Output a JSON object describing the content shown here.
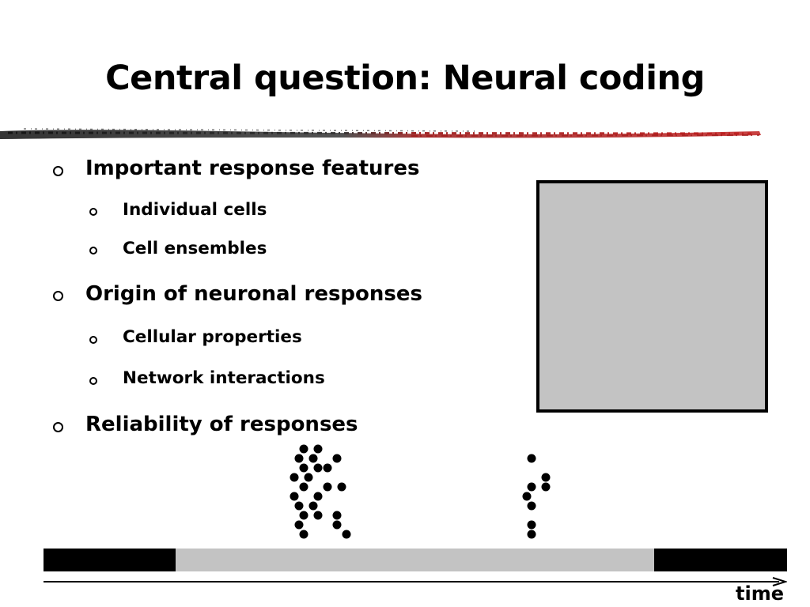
{
  "slide": {
    "title": "Central question: Neural coding",
    "bullets": [
      {
        "text": "Important response features",
        "sub": [
          "Individual cells",
          "Cell ensembles"
        ]
      },
      {
        "text": "Origin of neuronal responses",
        "sub": [
          "Cellular properties",
          "Network interactions"
        ]
      },
      {
        "text": "Reliability of responses",
        "sub": []
      }
    ],
    "axis_label": "time"
  },
  "colors": {
    "stimulus_fill": "#c3c3c3",
    "brush_dark": "#1a1a1a",
    "brush_red": "#b01515",
    "spike": "#000000"
  }
}
